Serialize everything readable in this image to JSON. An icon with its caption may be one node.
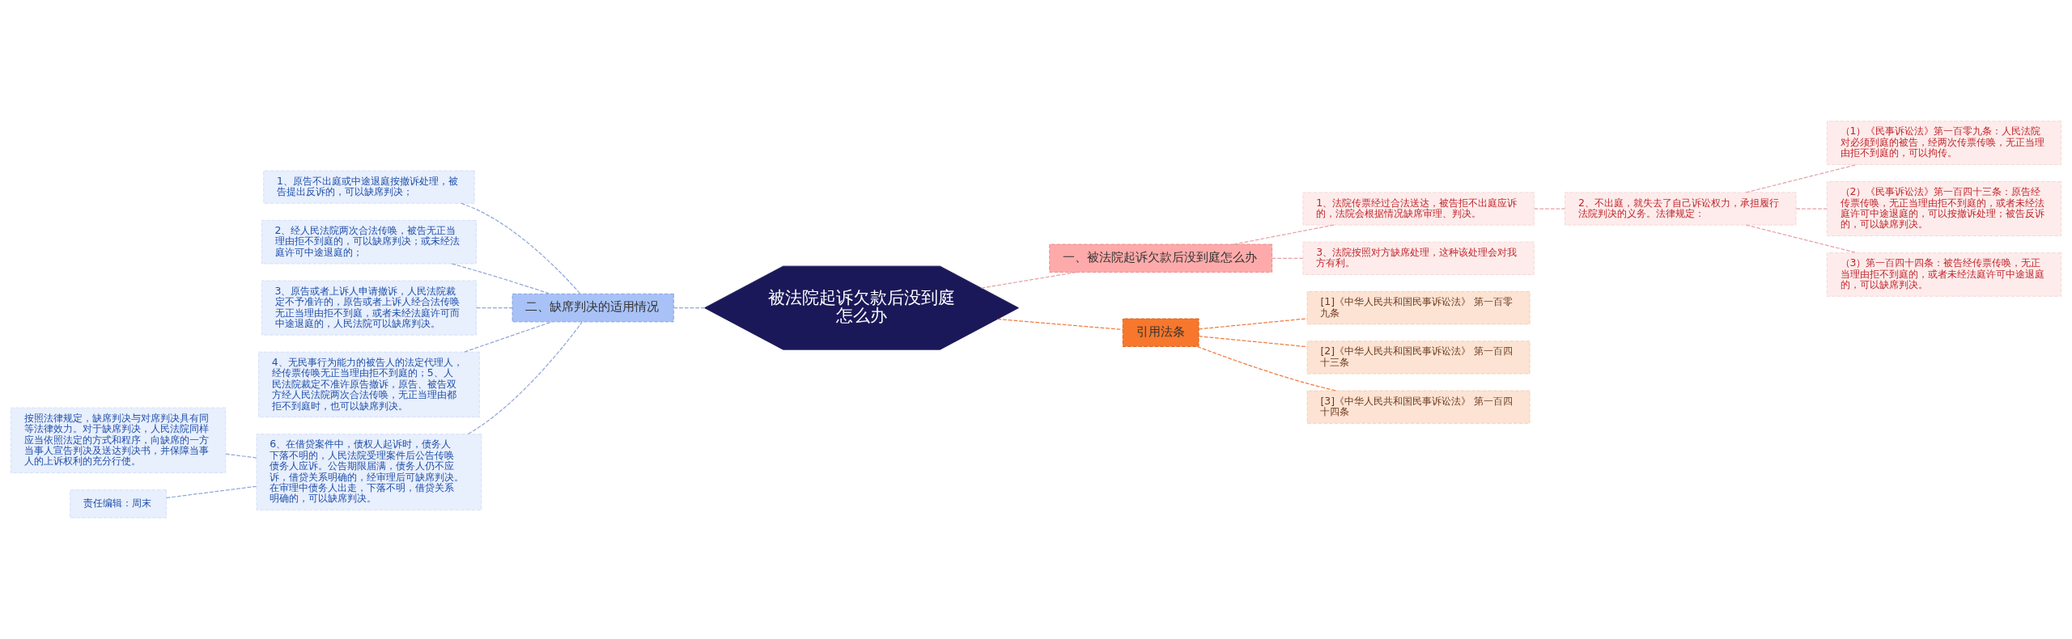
{
  "diagram": {
    "nodes": [
      {
        "text": [
          "被法院起诉欠款后没到庭怎么办"
        ]
      },
      {
        "text": [
          "一、被法院起诉欠款后没到庭怎么办"
        ]
      },
      {
        "text": [
          "1、法院传票经过合法送达，被告拒不出庭应诉的，法院会根据情况缺席审理、判决。"
        ]
      },
      {
        "text": [
          "2、不出庭，就失去了自己诉讼权力，承担履行法院判决的义务。法律规定："
        ]
      },
      {
        "text": [
          "（1）《民事诉讼法》第一百零九条：人民法院对必须到庭的被告，经两次传票传唤，无正当理由拒不到庭的，可以拘传。"
        ]
      },
      {
        "text": [
          "（2）《民事诉讼法》第一百四十三条：原告经传票传唤，无正当理由拒不到庭的，或者未经法庭许可中途退庭的，可以按撤诉处理；被告反诉的，可以缺席判决。"
        ]
      },
      {
        "text": [
          "（3）第一百四十四条：被告经传票传唤，无正当理由拒不到庭的，或者未经法庭许可中途退庭的，可以缺席判决。"
        ]
      },
      {
        "text": [
          "3、法院按照对方缺席处理，这种该处理会对我方有利。"
        ]
      },
      {
        "text": [
          "引用法条"
        ]
      },
      {
        "text": [
          "[1]《中华人民共和国民事诉讼法》 第一百零九条"
        ]
      },
      {
        "text": [
          "[2]《中华人民共和国民事诉讼法》 第一百四十三条"
        ]
      },
      {
        "text": [
          "[3]《中华人民共和国民事诉讼法》 第一百四十四条"
        ]
      },
      {
        "text": [
          "二、缺席判决的适用情况"
        ]
      },
      {
        "text": [
          "1、原告不出庭或中途退庭按撤诉处理，被告提出反诉的，可以缺席判决；"
        ]
      },
      {
        "text": [
          "2、经人民法院两次合法传唤，被告无正当理由拒不到庭的，可以缺席判决；或未经法庭许可中途退庭的；"
        ]
      },
      {
        "text": [
          "3、原告或者上诉人申请撤诉，人民法院裁定不予准许的，原告或者上诉人经合法传唤无正当理由拒不到庭，或者未经法庭许可而中途退庭的，人民法院可以缺席判决。"
        ]
      },
      {
        "text": [
          "4、无民事行为能力的被告人的法定代理人，经传票传唤无正当理由拒不到庭的；5、人民法院裁定不准许原告撤诉，原告、被告双方经人民法院两次合法传唤，无正当理由都拒不到庭时，也可以缺席判决。"
        ]
      },
      {
        "text": [
          "6、在借贷案件中，债权人起诉时，债务人下落不明的，人民法院受理案件后公告传唤债务人应诉。公告期限届满，债务人仍不应诉，借贷关系明确的，经审理后可缺席判决。在审理中债务人出走，下落不明，借贷关系明确的，可以缺席判决。"
        ]
      },
      {
        "text": [
          "按照法律规定，缺席判决与对席判决具有同等法律效力。对于缺席判决，人民法院同样应当依照法定的方式和程序，向缺席的一方当事人宣告判决及送达判决书，并保障当事人的上诉权利的充分行使。"
        ]
      },
      {
        "text": [
          "责任编辑：周末"
        ]
      }
    ],
    "edges": [
      {
        "from": 0,
        "to": 1,
        "arrow": "none",
        "style": "dashed",
        "color": "#e8a0a8"
      },
      {
        "from": 1,
        "to": 2,
        "arrow": "none",
        "style": "dashed",
        "color": "#e8a0a8"
      },
      {
        "from": 2,
        "to": 3,
        "arrow": "none",
        "style": "dashed",
        "color": "#e8a0a8"
      },
      {
        "from": 3,
        "to": 4,
        "arrow": "none",
        "style": "dashed",
        "color": "#e8a0a8"
      },
      {
        "from": 3,
        "to": 5,
        "arrow": "none",
        "style": "dashed",
        "color": "#e8a0a8"
      },
      {
        "from": 3,
        "to": 6,
        "arrow": "none",
        "style": "dashed",
        "color": "#e8a0a8"
      },
      {
        "from": 1,
        "to": 7,
        "arrow": "none",
        "style": "dashed",
        "color": "#e8a0a8"
      },
      {
        "from": 0,
        "to": 8,
        "arrow": "none",
        "style": "dashed",
        "color": "#f07b3f"
      },
      {
        "from": 8,
        "to": 9,
        "arrow": "none",
        "style": "dashed",
        "color": "#f07b3f"
      },
      {
        "from": 8,
        "to": 10,
        "arrow": "none",
        "style": "dashed",
        "color": "#f07b3f"
      },
      {
        "from": 8,
        "to": 11,
        "arrow": "none",
        "style": "dashed",
        "color": "#f07b3f"
      },
      {
        "from": 12,
        "to": 0,
        "arrow": "none",
        "style": "dashed",
        "color": "#8fa8d8"
      },
      {
        "from": 13,
        "to": 12,
        "arrow": "none",
        "style": "dashed",
        "color": "#8fa8d8"
      },
      {
        "from": 14,
        "to": 12,
        "arrow": "none",
        "style": "dashed",
        "color": "#8fa8d8"
      },
      {
        "from": 15,
        "to": 12,
        "arrow": "none",
        "style": "dashed",
        "color": "#8fa8d8"
      },
      {
        "from": 16,
        "to": 12,
        "arrow": "none",
        "style": "dashed",
        "color": "#8fa8d8"
      },
      {
        "from": 17,
        "to": 12,
        "arrow": "none",
        "style": "dashed",
        "color": "#8fa8d8"
      },
      {
        "from": 18,
        "to": 17,
        "arrow": "none",
        "style": "dashed",
        "color": "#8fa8d8"
      },
      {
        "from": 19,
        "to": 17,
        "arrow": "none",
        "style": "dashed",
        "color": "#8fa8d8"
      }
    ]
  }
}
